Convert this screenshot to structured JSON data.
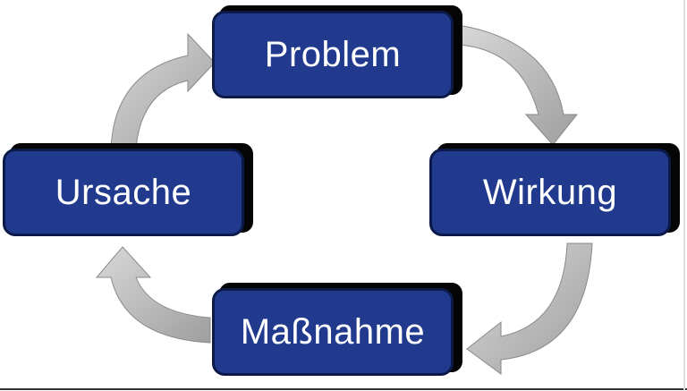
{
  "diagram": {
    "nodes": {
      "problem": "Problem",
      "wirkung": "Wirkung",
      "massnahme": "Maßnahme",
      "ursache": "Ursache"
    },
    "cycle_order": [
      "Problem",
      "Wirkung",
      "Maßnahme",
      "Ursache"
    ],
    "colors": {
      "box_fill": "#213a8e",
      "box_border": "#0c1a4a",
      "box_shadow": "#050505",
      "label_text": "#ffffff",
      "arrow_fill": "#bdbdbd",
      "background": "#ffffff"
    }
  }
}
